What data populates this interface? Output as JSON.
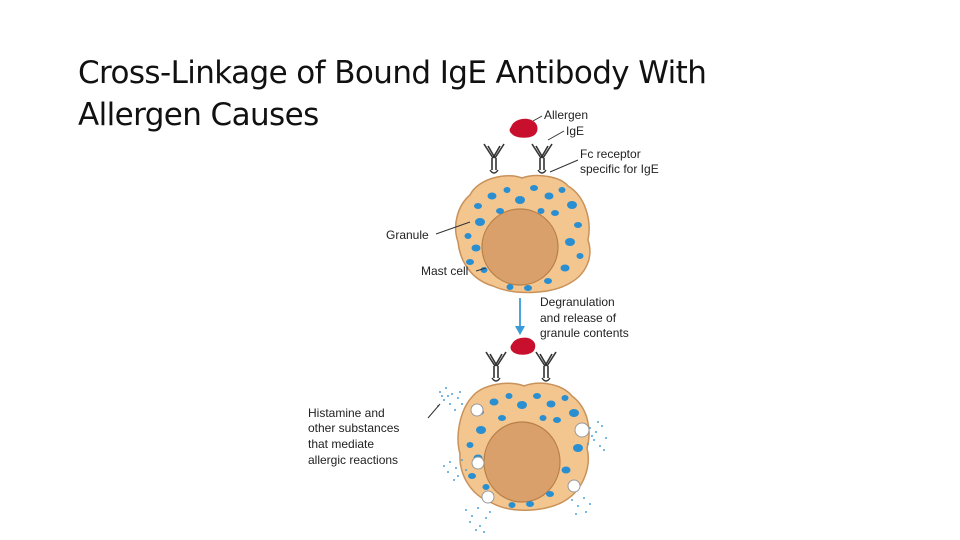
{
  "title": {
    "line1": "Cross-Linkage of Bound IgE Antibody With",
    "line2": "Allergen Causes"
  },
  "labels": {
    "allergen": "Allergen",
    "ige": "IgE",
    "fc_receptor_1": "Fc receptor",
    "fc_receptor_2": "specific for IgE",
    "granule": "Granule",
    "mast_cell": "Mast cell",
    "degranulation_1": "Degranulation",
    "degranulation_2": "and release of",
    "degranulation_3": "granule contents",
    "histamine_1": "Histamine and",
    "histamine_2": "other substances",
    "histamine_3": "that mediate",
    "histamine_4": "allergic reactions"
  },
  "colors": {
    "cell_fill": "#f3c58f",
    "nucleus_fill": "#d9a06b",
    "granule_fill": "#2a8fd0",
    "allergen_fill": "#c8102e",
    "arrow": "#3a9ad9"
  }
}
